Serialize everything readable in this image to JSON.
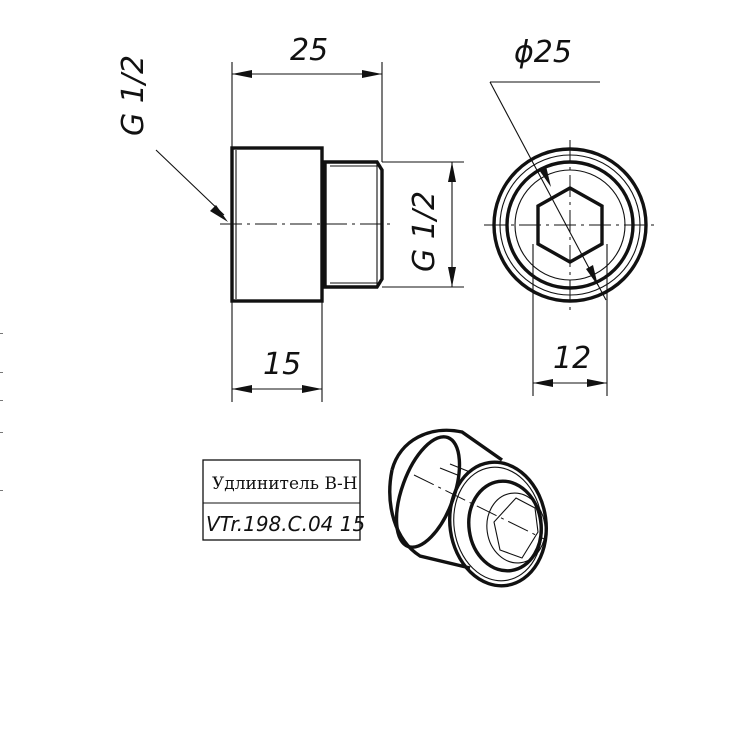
{
  "dimensions": {
    "length_total": "25",
    "length_body": "15",
    "thread_left": "G 1/2",
    "thread_right": "G 1/2",
    "diameter": "ϕ25",
    "hex_size": "12"
  },
  "title_block": {
    "name": "Удлинитель В-Н",
    "code": "VTr.198.C.04 15"
  }
}
